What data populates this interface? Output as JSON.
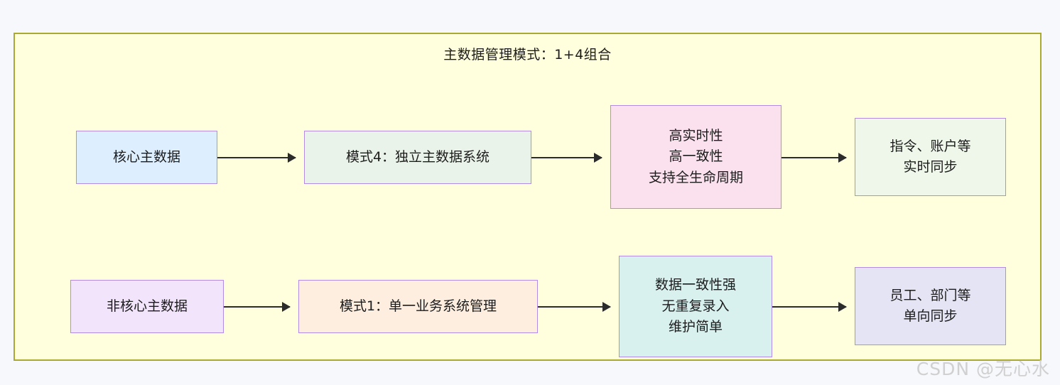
{
  "diagram": {
    "title": "主数据管理模式：1+4组合",
    "colors": {
      "frame_fill": "#ffffdd",
      "frame_border": "#aaaa33",
      "node_border": "#b18ce0",
      "arrow": "#2b2b2b",
      "core_data_fill": "#ddeeff",
      "mode4_fill": "#eaf3ea",
      "mode4_benefits_fill": "#fbe0ee",
      "mode4_examples_fill": "#eef7ea",
      "non_core_data_fill": "#f2e4fb",
      "mode1_fill": "#fdeee0",
      "mode1_benefits_fill": "#d8f0ee",
      "mode1_examples_fill": "#e4e4f4",
      "watermark": "#d0d0d0"
    },
    "rows": [
      {
        "id": "core",
        "nodes": [
          {
            "id": "core-master-data",
            "lines": [
              "核心主数据"
            ]
          },
          {
            "id": "mode4-system",
            "lines": [
              "模式4：独立主数据系统"
            ]
          },
          {
            "id": "mode4-benefits",
            "lines": [
              "高实时性",
              "高一致性",
              "支持全生命周期"
            ]
          },
          {
            "id": "mode4-examples",
            "lines": [
              "指令、账户等",
              "实时同步"
            ]
          }
        ]
      },
      {
        "id": "non-core",
        "nodes": [
          {
            "id": "non-core-master-data",
            "lines": [
              "非核心主数据"
            ]
          },
          {
            "id": "mode1-system",
            "lines": [
              "模式1：单一业务系统管理"
            ]
          },
          {
            "id": "mode1-benefits",
            "lines": [
              "数据一致性强",
              "无重复录入",
              "维护简单"
            ]
          },
          {
            "id": "mode1-examples",
            "lines": [
              "员工、部门等",
              "单向同步"
            ]
          }
        ]
      }
    ]
  },
  "watermark": {
    "text": "CSDN @无心水"
  }
}
